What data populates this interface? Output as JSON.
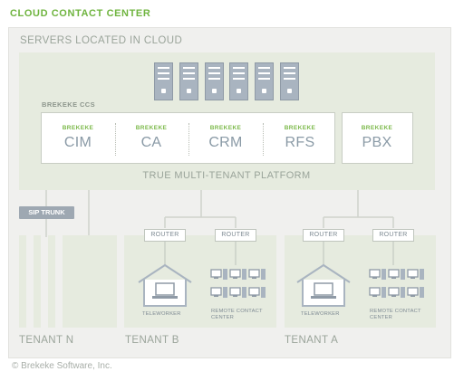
{
  "title": "CLOUD CONTACT CENTER",
  "cloud": {
    "label": "SERVERS LOCATED IN CLOUD",
    "ccs_label": "BREKEKE CCS",
    "modules": [
      {
        "brand": "BREKEKE",
        "name": "CIM"
      },
      {
        "brand": "BREKEKE",
        "name": "CA"
      },
      {
        "brand": "BREKEKE",
        "name": "CRM"
      },
      {
        "brand": "BREKEKE",
        "name": "RFS"
      }
    ],
    "pbx": {
      "brand": "BREKEKE",
      "name": "PBX"
    },
    "platform": "TRUE MULTI-TENANT PLATFORM"
  },
  "sip_trunk": "SIP TRUNK",
  "router_label": "ROUTER",
  "teleworker_label": "TELEWORKER",
  "remote_label_1": "REMOTE CONTACT",
  "remote_label_2": "CENTER",
  "tenants": [
    "TENANT N",
    "TENANT B",
    "TENANT A"
  ],
  "footer": "© Brekeke Software, Inc.",
  "colors": {
    "accent": "#6fb43f",
    "panel": "#e6ebdf",
    "background": "#f0f0ee",
    "device": "#a9b4c0"
  }
}
